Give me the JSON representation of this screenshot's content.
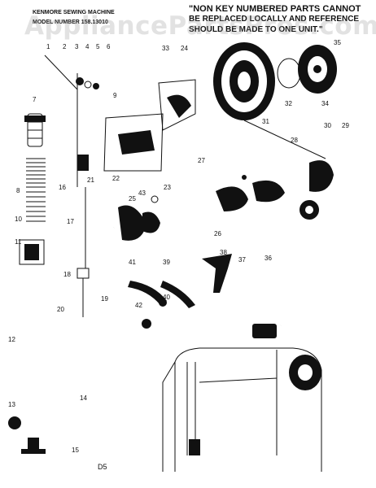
{
  "header": {
    "title_line1": "KENMORE SEWING MACHINE",
    "title_line2": "MODEL NUMBER 158.13010",
    "note_line1": "\"NON KEY NUMBERED PARTS CANNOT",
    "note_line2": "BE REPLACED LOCALLY AND REFERENCE",
    "note_line3": "SHOULD BE MADE TO ONE UNIT.\""
  },
  "watermark": "AppliancePartsPros.com",
  "page_label": "D5",
  "callouts": [
    "1",
    "2",
    "3",
    "4",
    "5",
    "6",
    "7",
    "8",
    "9",
    "10",
    "11",
    "12",
    "13",
    "14",
    "15",
    "16",
    "17",
    "18",
    "19",
    "20",
    "21",
    "22",
    "23",
    "24",
    "25",
    "26",
    "27",
    "28",
    "29",
    "30",
    "31",
    "32",
    "33",
    "34",
    "35",
    "36",
    "37",
    "38",
    "39",
    "40",
    "41",
    "42",
    "43"
  ],
  "colors": {
    "ink": "#111111",
    "paper": "#ffffff",
    "watermark": "#969696"
  }
}
